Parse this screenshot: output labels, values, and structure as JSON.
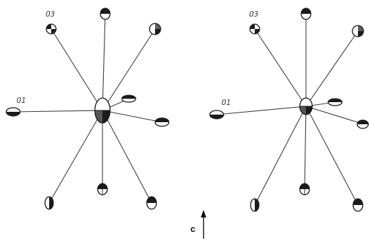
{
  "labels": {
    "left_o3": "O3",
    "left_o1": "O1",
    "right_o3": "O3",
    "right_o1": "O1",
    "axis": "c"
  }
}
